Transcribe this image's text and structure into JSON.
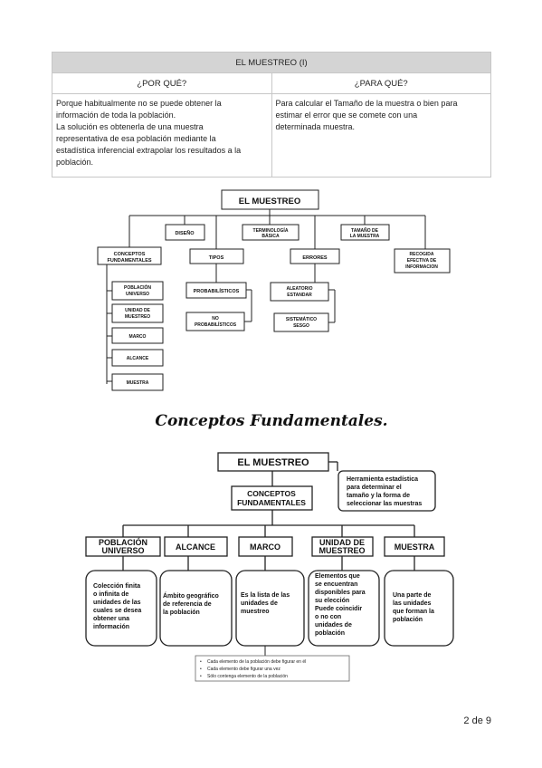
{
  "table": {
    "title": "EL MUESTREO (I)",
    "col1_header": "¿POR QUÉ?",
    "col2_header": "¿PARA QUÉ?",
    "col1_lines": [
      "Porque habitualmente no se puede obtener la",
      "información de toda la población.",
      "La solución es obtenerla de una muestra",
      "representativa de esa población mediante la",
      "estadística inferencial extrapolar los resultados a la",
      "población."
    ],
    "col2_lines": [
      "Para calcular el Tamaño de la muestra o bien para",
      "estimar el error que se comete con una",
      "determinada muestra."
    ]
  },
  "diagram1": {
    "root": "EL MUESTREO",
    "conceptos": [
      "CONCEPTOS",
      "FUNDAMENTALES"
    ],
    "diseno": "DISEÑO",
    "terminologia": [
      "TERMINOLOGÍA",
      "BÁSICA"
    ],
    "tamano": [
      "TAMAÑO DE",
      "LA MUESTRA"
    ],
    "recogida": [
      "RECOGIDA",
      "EFECTIVA DE",
      "INFORMACION"
    ],
    "tipos": "TIPOS",
    "errores": "ERRORES",
    "poblacion": [
      "POBLACIÓN",
      "UNIVERSO"
    ],
    "unidad": [
      "UNIDAD DE",
      "MUESTREO"
    ],
    "marco": "MARCO",
    "alcance": "ALCANCE",
    "muestra": "MUESTRA",
    "probabilisticos": "PROBABILÍSTICOS",
    "no_probabilisticos": [
      "NO",
      "PROBABILÍSTICOS"
    ],
    "aleatorio": [
      "ALEATORIO",
      "ESTANDAR"
    ],
    "sistematico": [
      "SISTEMÁTICO",
      "SESGO"
    ]
  },
  "section_heading": "Conceptos Fundamentales.",
  "diagram2": {
    "root": "EL MUESTREO",
    "note": [
      "Herramienta estadística",
      "para determinar el",
      "tamaño y la forma de",
      "seleccionar las muestras"
    ],
    "conceptos": [
      "CONCEPTOS",
      "FUNDAMENTALES"
    ],
    "categories": [
      {
        "title": [
          "POBLACIÓN",
          "UNIVERSO"
        ],
        "desc": [
          "Colección finita",
          "o infinita de",
          "unidades de las",
          "cuales se desea",
          "obtener una",
          "información"
        ]
      },
      {
        "title": [
          "ALCANCE"
        ],
        "desc": [
          "Ámbito geográfico",
          "de referencia de",
          "la población"
        ]
      },
      {
        "title": [
          "MARCO"
        ],
        "desc": [
          "Es la lista de las",
          "unidades de",
          "muestreo"
        ]
      },
      {
        "title": [
          "UNIDAD DE",
          "MUESTREO"
        ],
        "desc": [
          "Elementos que",
          "se encuentran",
          "disponibles para",
          "su elección",
          "Puede coincidir",
          "o no con",
          "unidades de",
          "población"
        ]
      },
      {
        "title": [
          "MUESTRA"
        ],
        "desc": [
          "Una parte de",
          "las unidades",
          "que forman la",
          "población"
        ]
      }
    ],
    "bullets": [
      "Cada elemento de la población debe figurar en él",
      "Cada elemento debe figurar una vez",
      "Sólo contenga elemento de la población"
    ]
  },
  "page_number": "2 de 9"
}
